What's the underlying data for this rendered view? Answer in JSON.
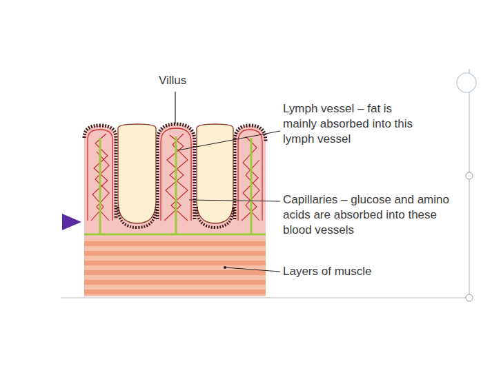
{
  "diagram": {
    "labels": [
      "Villus",
      "Lymph vessel – fat is mainly absorbed into this lymph vessel",
      "Capillaries – glucose and amino acids are absorbed into these blood vessels",
      "Layers of muscle"
    ]
  }
}
